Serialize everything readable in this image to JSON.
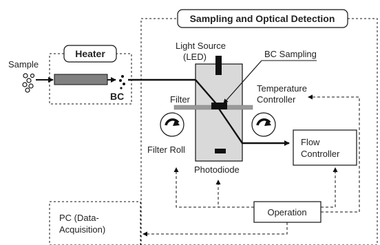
{
  "diagram": {
    "sample_label": "Sample",
    "heater_title": "Heater",
    "bc_label": "BC",
    "panel_title": "Sampling and Optical Detection",
    "light_source_line1": "Light Source",
    "light_source_line2": "(LED)",
    "bc_sampling_label": "BC Sampling",
    "temp_controller_line1": "Temperature",
    "temp_controller_line2": "Controller",
    "filter_label": "Filter",
    "filter_roll_label": "Filter Roll",
    "photodiode_label": "Photodiode",
    "flow_controller_line1": "Flow",
    "flow_controller_line2": "Controller",
    "operation_label": "Operation",
    "pc_line1": "PC  (Data-",
    "pc_line2": "Acquisition)"
  },
  "colors": {
    "chamber_fill": "#d9d9d9",
    "heater_element_fill": "#808080",
    "filter_strip": "#9a9a9a",
    "ink": "#111111"
  }
}
